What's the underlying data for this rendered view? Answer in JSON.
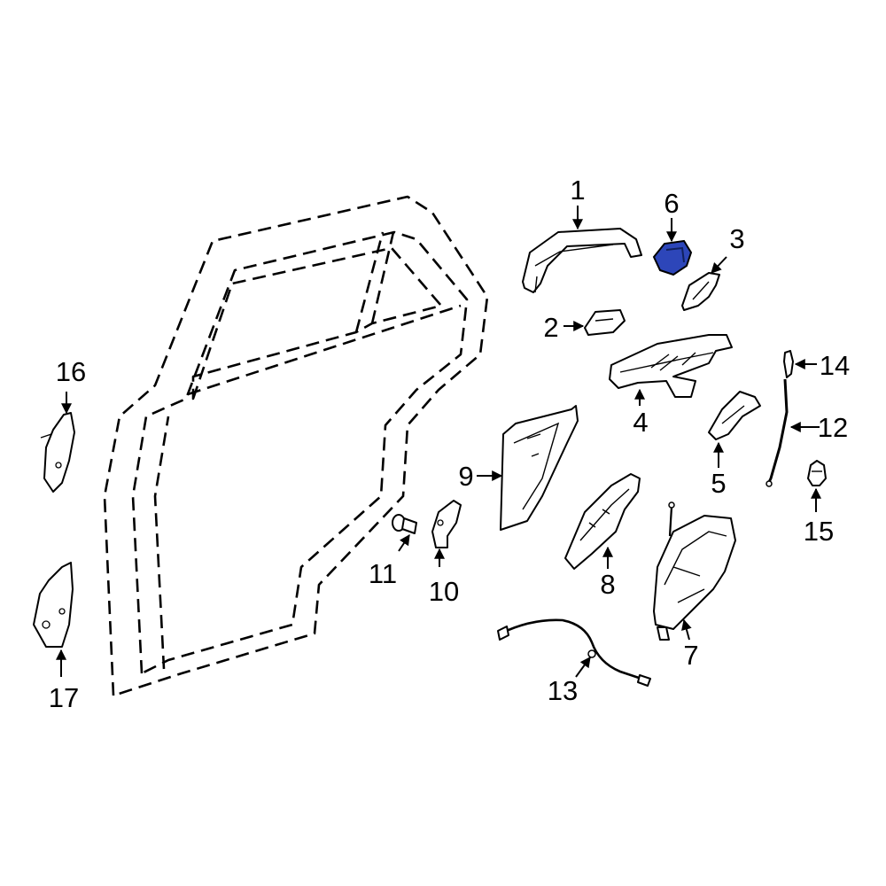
{
  "diagram": {
    "highlight_color": "#2d46b9",
    "parts": [
      {
        "number": "1"
      },
      {
        "number": "2"
      },
      {
        "number": "3"
      },
      {
        "number": "4"
      },
      {
        "number": "5"
      },
      {
        "number": "6",
        "highlighted": true
      },
      {
        "number": "7"
      },
      {
        "number": "8"
      },
      {
        "number": "9"
      },
      {
        "number": "10"
      },
      {
        "number": "11"
      },
      {
        "number": "12"
      },
      {
        "number": "13"
      },
      {
        "number": "14"
      },
      {
        "number": "15"
      },
      {
        "number": "16"
      },
      {
        "number": "17"
      }
    ]
  }
}
